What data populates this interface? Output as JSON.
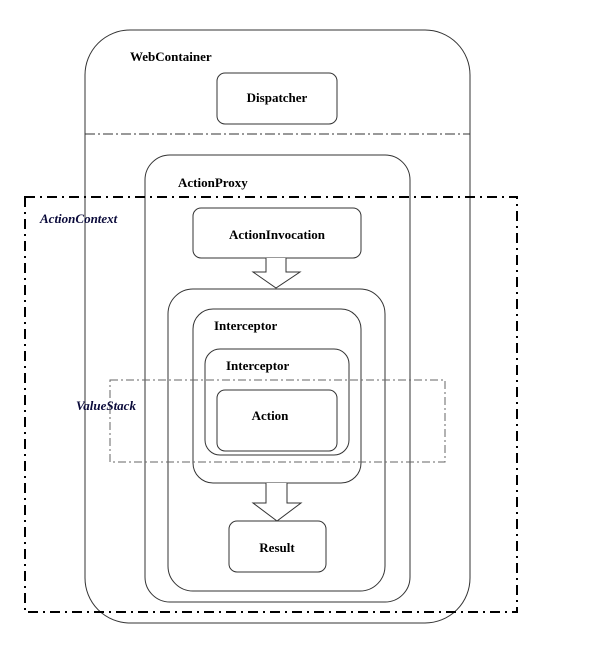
{
  "diagram": {
    "web_container": "WebContainer",
    "dispatcher": "Dispatcher",
    "action_proxy": "ActionProxy",
    "action_context": "ActionContext",
    "action_invocation": "ActionInvocation",
    "interceptor_outer": "Interceptor",
    "interceptor_inner": "Interceptor",
    "value_stack": "ValueStack",
    "action": "Action",
    "result": "Result"
  }
}
